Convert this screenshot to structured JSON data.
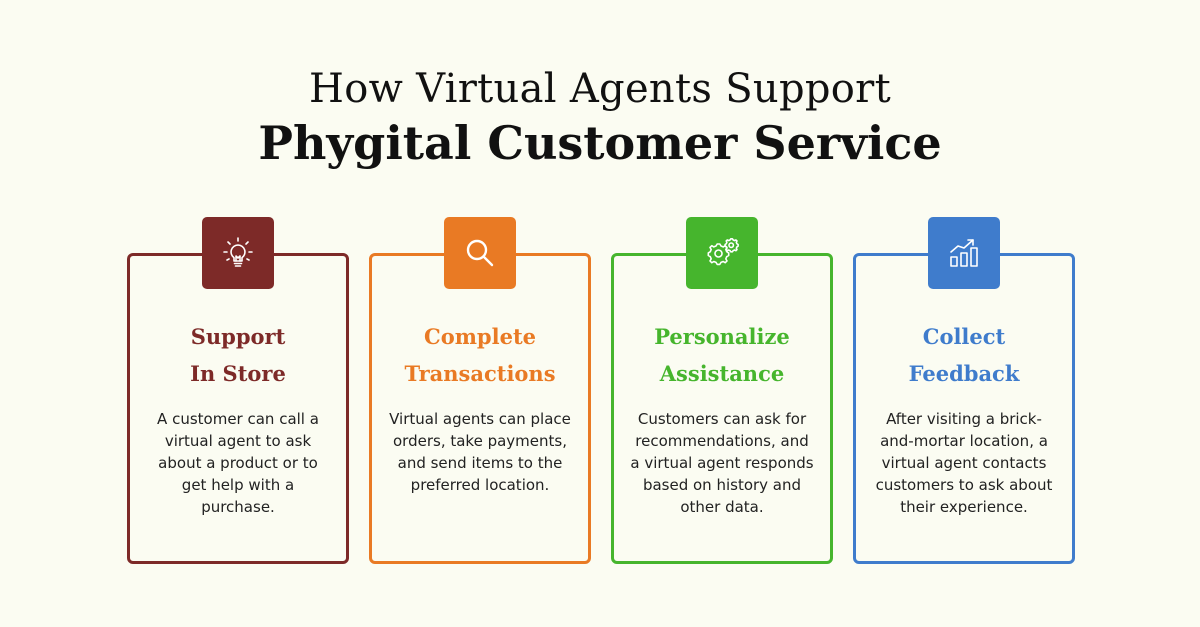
{
  "header": {
    "title_line1": "How Virtual Agents Support",
    "title_line2": "Phygital Customer Service"
  },
  "cards": [
    {
      "title_line1": "Support",
      "title_line2": "In Store",
      "text": "A customer can call a virtual agent to ask about a product or to get help with a purchase.",
      "icon": "lightbulb-icon",
      "color": "#7d2a28"
    },
    {
      "title_line1": "Complete",
      "title_line2": "Transactions",
      "text": "Virtual agents can place orders, take payments, and send items to the preferred location.",
      "icon": "search-icon",
      "color": "#e97a24"
    },
    {
      "title_line1": "Personalize",
      "title_line2": "Assistance",
      "text": "Customers can ask for recommendations, and a virtual agent responds based on history and other data.",
      "icon": "gears-icon",
      "color": "#46b52d"
    },
    {
      "title_line1": "Collect",
      "title_line2": "Feedback",
      "text": "After visiting a brick-and-mortar location, a virtual agent contacts customers to ask about their experience.",
      "icon": "growth-chart-icon",
      "color": "#3f7ccc"
    }
  ]
}
